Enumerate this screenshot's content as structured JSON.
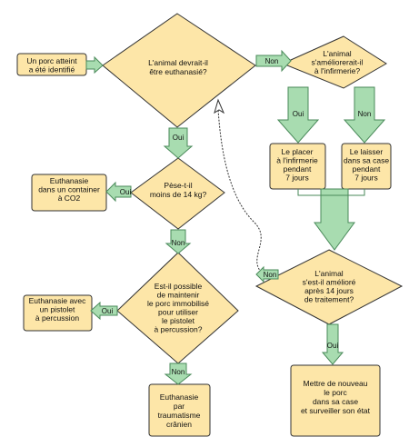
{
  "nodes": {
    "start": [
      "Un porc atteint",
      "a été identifié"
    ],
    "d_euth": [
      "L'animal devrait-il",
      "être euthanasié?"
    ],
    "d_improve": [
      "L'animal",
      "s'améliorerait-il",
      "à l'infirmerie?"
    ],
    "infirmary": [
      "Le placer",
      "à l'infirmerie",
      "pendant",
      "7 jours"
    ],
    "pen": [
      "Le laisser",
      "dans sa case",
      "pendant",
      "7 jours"
    ],
    "d_weight": [
      "Pèse-t-il",
      "moins de 14 kg?"
    ],
    "co2": [
      "Euthanasie",
      "dans un container",
      "à CO2"
    ],
    "d_improved": [
      "L'animal",
      "s'est-il amélioré",
      "après 14 jours",
      "de traitement?"
    ],
    "d_pistol": [
      "Est-il possible",
      "de maintenir",
      "le porc immobilisé",
      "pour utiliser",
      "le pistolet",
      "à percussion?"
    ],
    "pistol": [
      "Euthanasie avec",
      "un pistolet",
      "à percussion"
    ],
    "back_pen": [
      "Mettre de nouveau",
      "le porc",
      "dans sa case",
      "et surveiller son état"
    ],
    "trauma": [
      "Euthanasie",
      "par",
      "traumatisme",
      "crânien"
    ]
  },
  "arrows": {
    "oui": "Oui",
    "non": "Non"
  },
  "colors": {
    "box_fill": "#fde6a8",
    "box_stroke": "#333333",
    "arrow_fill": "#a8dcb0",
    "arrow_stroke": "#4a8a5a",
    "line": "#333333"
  }
}
